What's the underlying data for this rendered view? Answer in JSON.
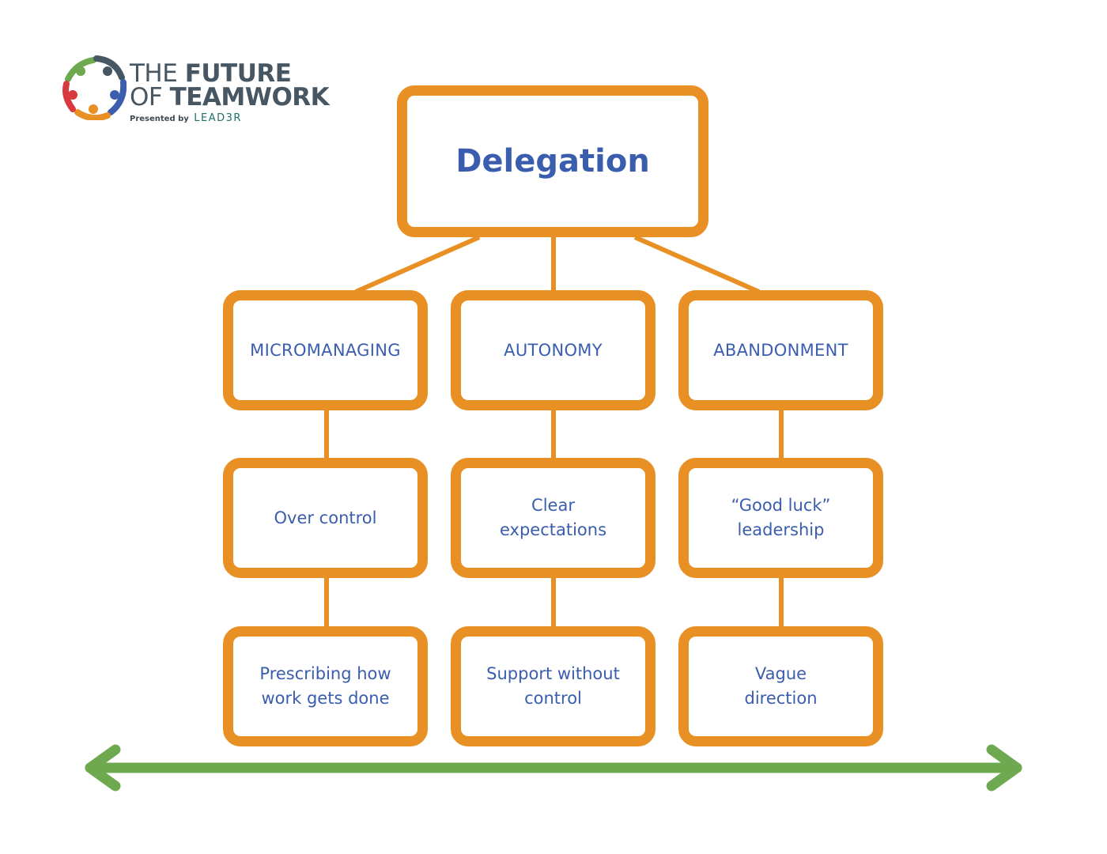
{
  "logo": {
    "line1_thin": "THE",
    "line1_bold": "FUTURE",
    "line2_thin": "OF",
    "line2_bold": "TEAMWORK",
    "presented_by": "Presented by",
    "brand": "LEAD3R",
    "icon": "people-circle-icon",
    "colors": [
      "#6EA84F",
      "#465662",
      "#3A5DAE",
      "#E99025",
      "#D93A3F"
    ]
  },
  "diagram": {
    "root": "Delegation",
    "columns": [
      {
        "category": "MICROMANAGING",
        "trait": "Over control",
        "behavior": "Prescribing how work gets done"
      },
      {
        "category": "AUTONOMY",
        "trait": "Clear expectations",
        "behavior": "Support without control"
      },
      {
        "category": "ABANDONMENT",
        "trait": "“Good luck” leadership",
        "behavior": "Vague direction"
      }
    ],
    "spectrum_arrow": "double-headed-arrow-icon"
  },
  "colors": {
    "box_border": "#E99025",
    "text": "#3A5DAE",
    "arrow": "#6EA84F",
    "logo_text": "#465662"
  }
}
